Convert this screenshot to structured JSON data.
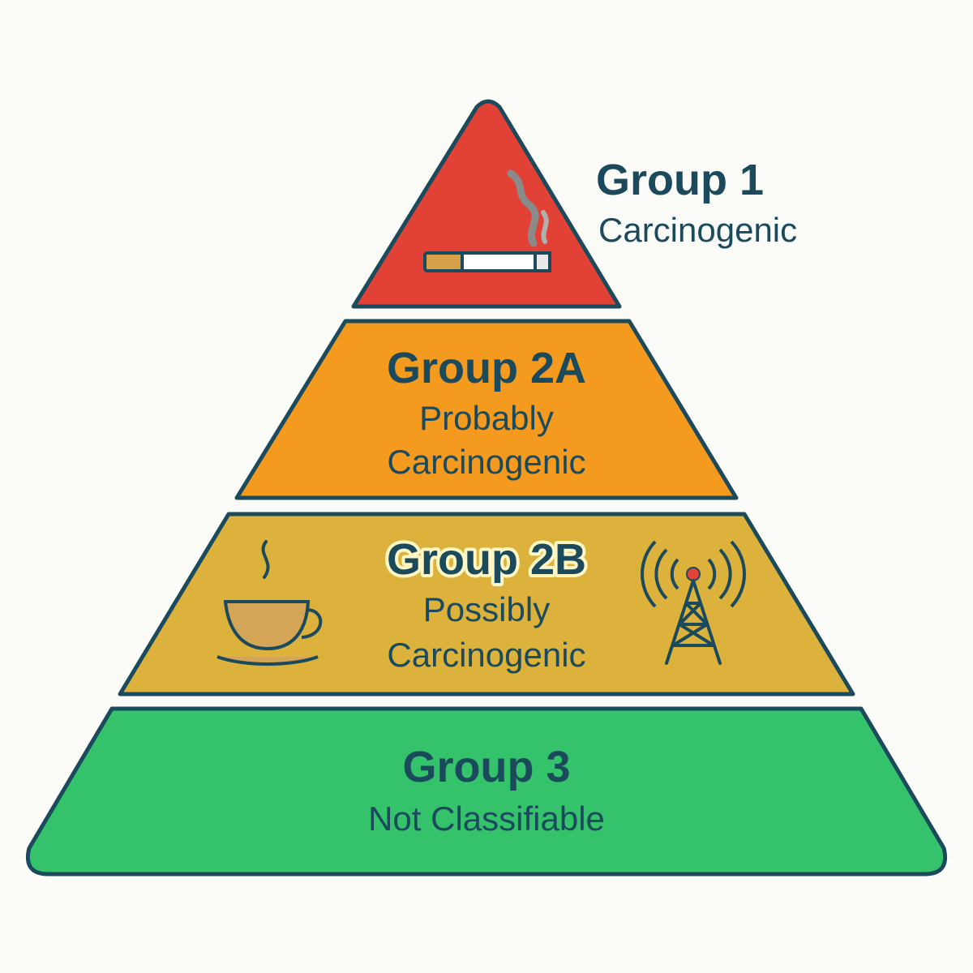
{
  "tiers": [
    {
      "id": "group-1",
      "title": "Group 1",
      "subtitle": "Carcinogenic",
      "color": "#e24236",
      "icons": [
        "cigarette-icon"
      ]
    },
    {
      "id": "group-2a",
      "title": "Group 2A",
      "subtitle_lines": [
        "Probably",
        "Carcinogenic"
      ],
      "color": "#f39a1f",
      "icons": []
    },
    {
      "id": "group-2b",
      "title": "Group 2B",
      "subtitle_lines": [
        "Possibly",
        "Carcinogenic"
      ],
      "color": "#dcb23c",
      "icons": [
        "coffee-cup-icon",
        "cell-tower-icon"
      ]
    },
    {
      "id": "group-3",
      "title": "Group 3",
      "subtitle": "Not Classifiable",
      "color": "#34c26b",
      "icons": []
    }
  ],
  "colors": {
    "outline": "#1b4a5c",
    "text": "#1b4a5c",
    "background": "#fbfbf8"
  }
}
